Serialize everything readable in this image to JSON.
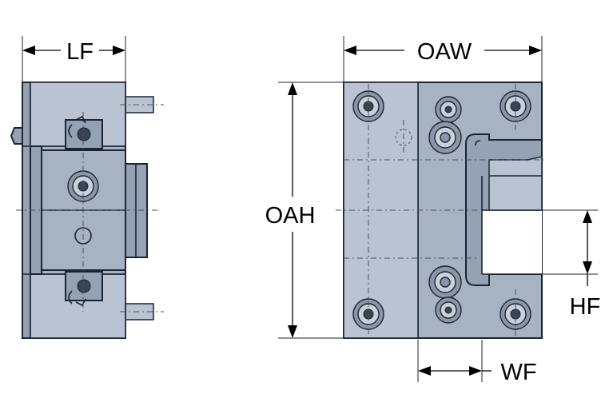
{
  "labels": {
    "lf": "LF",
    "oaw": "OAW",
    "oah": "OAH",
    "hf": "HF",
    "wf": "WF"
  }
}
